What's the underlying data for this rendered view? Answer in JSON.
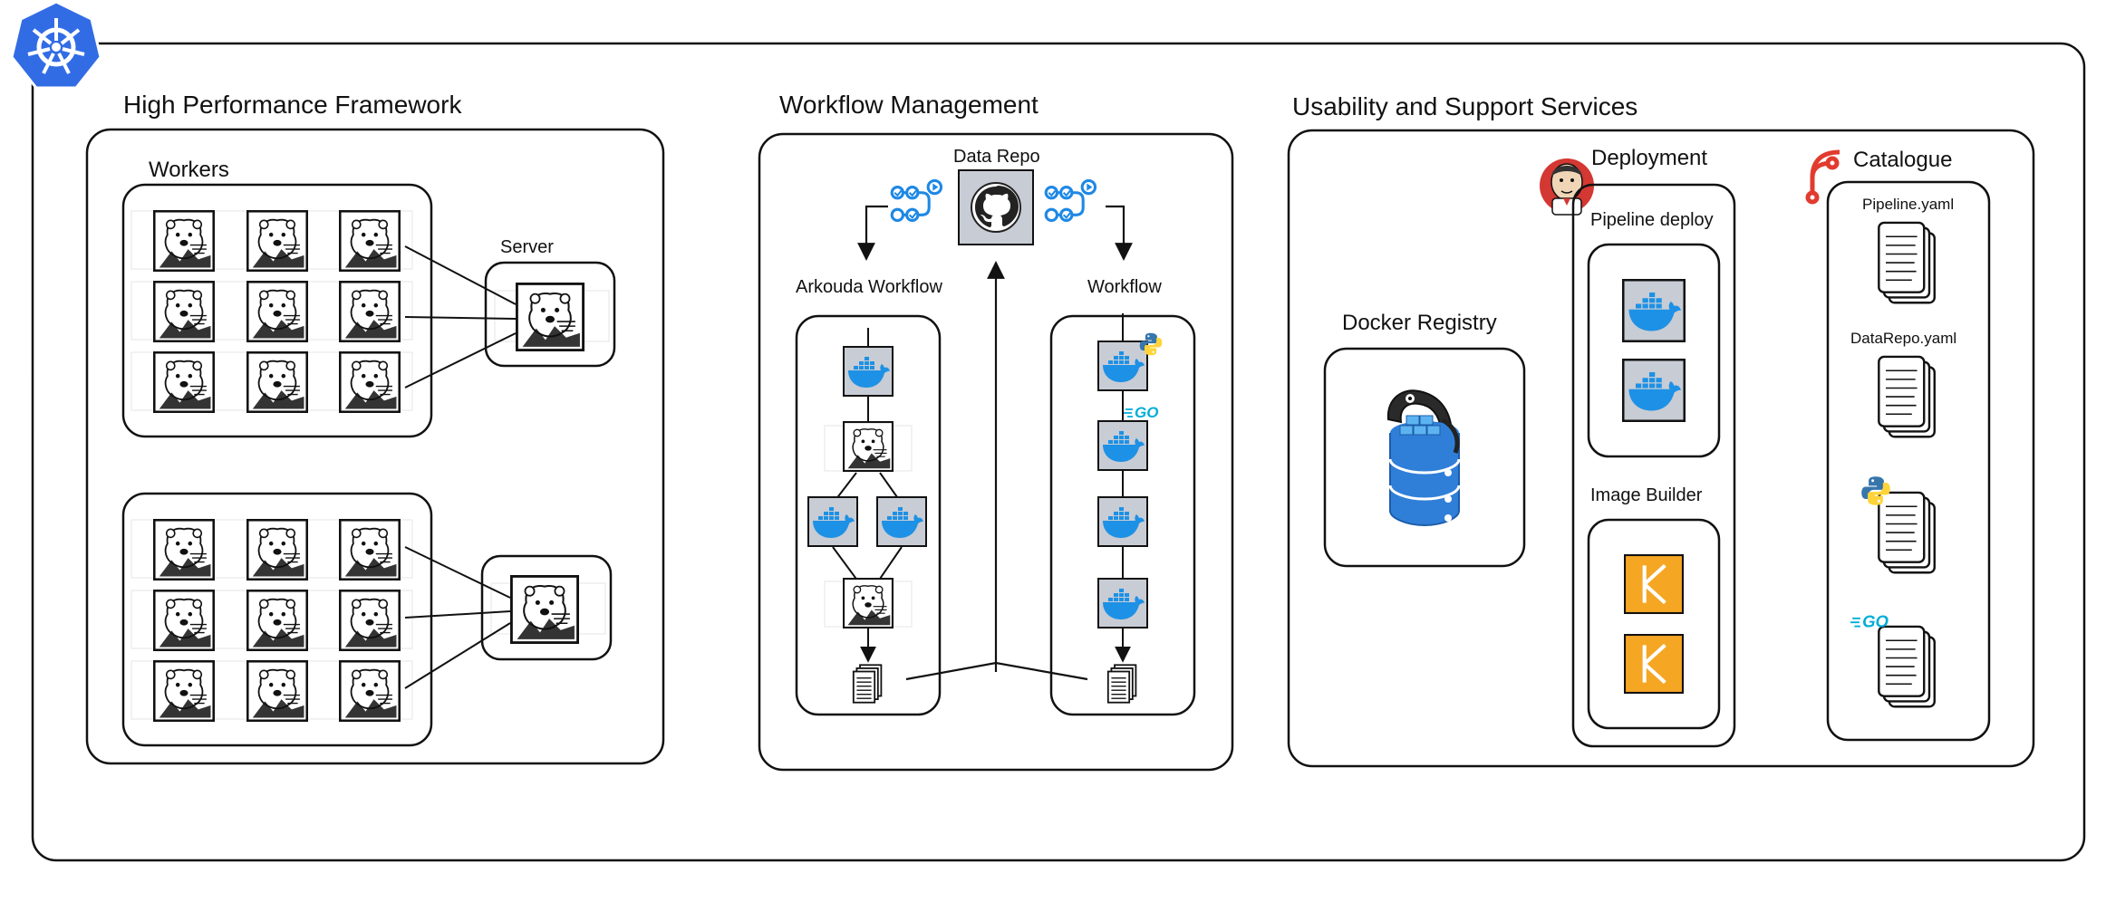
{
  "sections": {
    "hpf": {
      "title": "High Performance Framework",
      "workers_label": "Workers",
      "server_label": "Server"
    },
    "workflow": {
      "title": "Workflow Management",
      "data_repo_label": "Data Repo",
      "arkouda_workflow_label": "Arkouda Workflow",
      "workflow_label": "Workflow"
    },
    "usability": {
      "title": "Usability and Support Services",
      "docker_registry_label": "Docker Registry",
      "deployment_label": "Deployment",
      "pipeline_deploy_label": "Pipeline deploy",
      "image_builder_label": "Image Builder",
      "catalogue_label": "Catalogue",
      "catalogue_items": [
        "Pipeline.yaml",
        "DataRepo.yaml"
      ]
    }
  },
  "icons": {
    "platform": "kubernetes-icon",
    "node": "arkouda-bear-icon",
    "container": "docker-icon",
    "repo": "github-icon",
    "pipeline": "cicd-pipeline-icon",
    "document": "document-stack-icon",
    "registry": "harbor-registry-icon",
    "ci": "jenkins-icon",
    "builder": "kaniko-icon",
    "catalogue": "fork-icon",
    "python": "python-icon",
    "go": "go-icon"
  },
  "colors": {
    "kubernetes": "#326CE5",
    "docker": "#1D91E6",
    "docker_bg": "#C8CCD4",
    "builder": "#F5A623",
    "jenkins": "#D33833",
    "catalogue": "#E23B2E",
    "pipeline": "#1E88E5",
    "python_blue": "#3776AB",
    "python_yellow": "#FFD43B",
    "go": "#00ADD8"
  }
}
